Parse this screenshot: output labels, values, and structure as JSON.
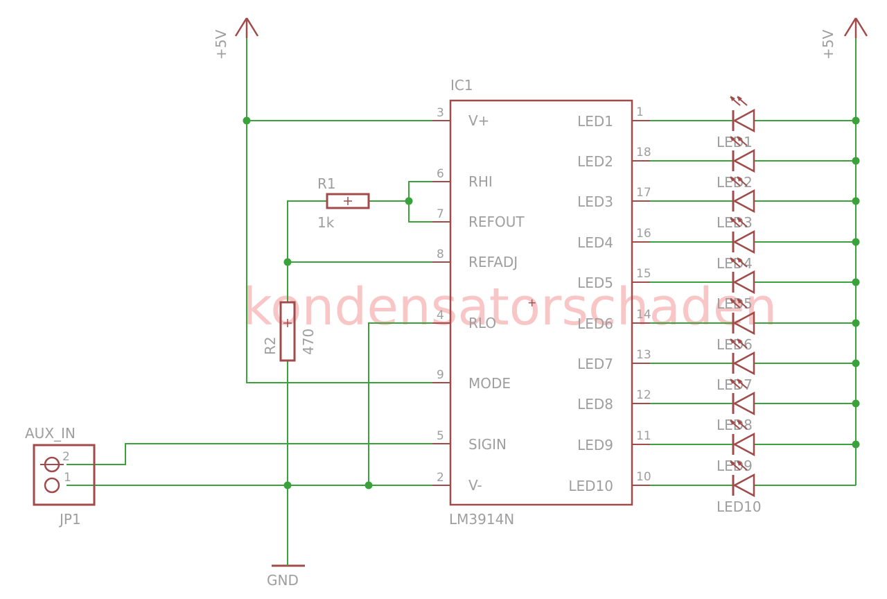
{
  "power": {
    "vcc_label": "+5V",
    "gnd_label": "GND"
  },
  "ic": {
    "name": "IC1",
    "value": "LM3914N",
    "left_pins": [
      {
        "num": "3",
        "name": "V+"
      },
      {
        "num": "6",
        "name": "RHI"
      },
      {
        "num": "7",
        "name": "REFOUT"
      },
      {
        "num": "8",
        "name": "REFADJ"
      },
      {
        "num": "4",
        "name": "RLO"
      },
      {
        "num": "9",
        "name": "MODE"
      },
      {
        "num": "5",
        "name": "SIGIN"
      },
      {
        "num": "2",
        "name": "V-"
      }
    ],
    "right_pins": [
      {
        "num": "1",
        "name": "LED1"
      },
      {
        "num": "18",
        "name": "LED2"
      },
      {
        "num": "17",
        "name": "LED3"
      },
      {
        "num": "16",
        "name": "LED4"
      },
      {
        "num": "15",
        "name": "LED5"
      },
      {
        "num": "14",
        "name": "LED6"
      },
      {
        "num": "13",
        "name": "LED7"
      },
      {
        "num": "12",
        "name": "LED8"
      },
      {
        "num": "11",
        "name": "LED9"
      },
      {
        "num": "10",
        "name": "LED10"
      }
    ]
  },
  "resistors": [
    {
      "name": "R1",
      "value": "1k"
    },
    {
      "name": "R2",
      "value": "470"
    }
  ],
  "connector": {
    "label": "AUX_IN",
    "name": "JP1",
    "pins": [
      "2",
      "1"
    ]
  },
  "leds": [
    "LED1",
    "LED2",
    "LED3",
    "LED4",
    "LED5",
    "LED6",
    "LED7",
    "LED8",
    "LED9",
    "LED10"
  ],
  "watermark": "kondensatorschaden",
  "colors": {
    "wire": "#3aa23a",
    "part": "#a04a4a",
    "label": "#9e9e9e",
    "watermark": "#f6b3b3"
  }
}
